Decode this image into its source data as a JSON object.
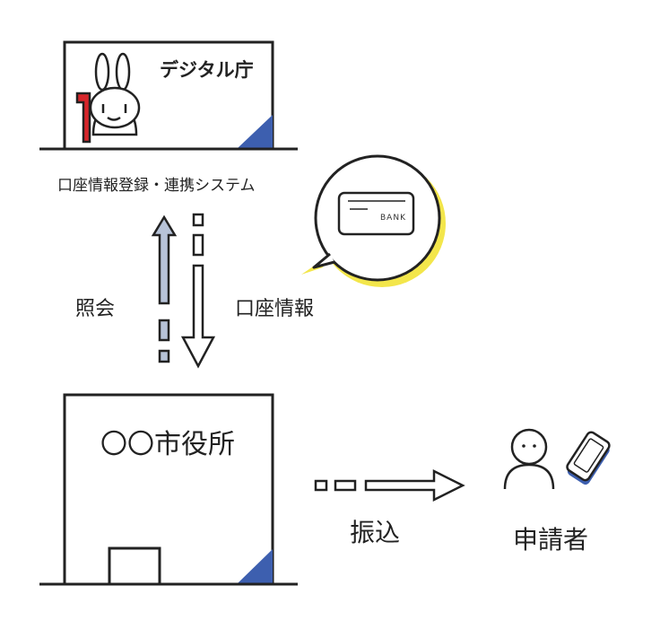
{
  "agency": {
    "name": "デジタル庁"
  },
  "system": {
    "name": "口座情報登録・連携システム"
  },
  "flows": {
    "inquiry": "照会",
    "account_info": "口座情報",
    "transfer": "振込"
  },
  "city_hall": {
    "name": "〇〇市役所"
  },
  "applicant": {
    "label": "申請者"
  },
  "card": {
    "text": "BANK"
  },
  "colors": {
    "corner_blue": "#3D5FAF",
    "arrow_up": "#B7C3D8",
    "mascot_red": "#D7262B",
    "bubble_yellow": "#F3E64B"
  }
}
